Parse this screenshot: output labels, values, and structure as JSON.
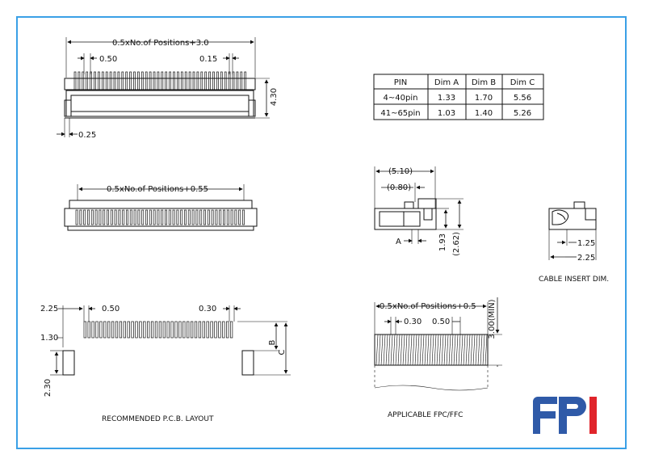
{
  "top_view": {
    "overall_width": "0.5xNo.of  Positions+3.0",
    "pitch": "0.50",
    "pin_width": "0.15",
    "height": "4.30",
    "side_offset": "0.25"
  },
  "bottom_view": {
    "width": "0.5xNo.of  Positions+0.55"
  },
  "dim_table": {
    "headers": [
      "PIN",
      "Dim  A",
      "Dim  B",
      "Dim  C"
    ],
    "rows": [
      [
        "4~40pin",
        "1.33",
        "1.70",
        "5.56"
      ],
      [
        "41~65pin",
        "1.03",
        "1.40",
        "5.26"
      ]
    ]
  },
  "side_view": {
    "depth": "(5.10)",
    "lip": "(0.80)",
    "dim_a": "A",
    "h1": "1.93",
    "h2": "(2.62)"
  },
  "cable_insert": {
    "d1": "1.25",
    "d2": "2.25",
    "caption": "CABLE INSERT DIM."
  },
  "pcb_layout": {
    "pad_left": "2.25",
    "pitch": "0.50",
    "pad_width": "0.30",
    "pad_h": "1.30",
    "anchor_h": "2.30",
    "dim_b": "B",
    "dim_c": "C",
    "caption": "RECOMMENDED  P.C.B.  LAYOUT"
  },
  "fpc": {
    "width": "0.5xNo.of  Positions+0.5",
    "pad_width": "0.30",
    "pitch": "0.50",
    "length": "3.00(MIN)",
    "caption": "APPLICABLE  FPC/FFC"
  },
  "logo": {
    "text": "FPI",
    "blue": "#2f5aa8",
    "red": "#e0242b"
  },
  "colors": {
    "frame": "#3aa0e6"
  }
}
